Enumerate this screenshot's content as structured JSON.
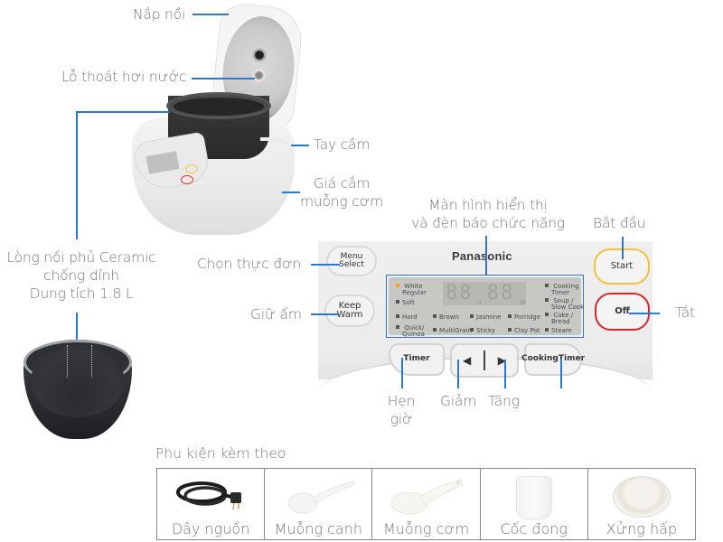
{
  "callouts": {
    "lid": "Nắp nồi",
    "steam_vent": "Lỗ thoát hơi nước",
    "handle": "Tay cầm",
    "spoon_holder": [
      "Giá cắm",
      "muỗng cơm"
    ],
    "inner_pot": [
      "Lòng nồi phủ Ceramic",
      "chống dính",
      "Dung tích 1.8 L"
    ],
    "display": [
      "Màn hình hiển thị",
      "và đèn báo chức năng"
    ],
    "start": "Bắt đầu",
    "off": "Tắt",
    "menu": "Chọn thực đơn",
    "keep_warm": "Giữ ấm",
    "timer": [
      "Hẹn",
      "giờ"
    ],
    "decrease": "Giảm",
    "increase": "Tăng"
  },
  "panel": {
    "brand": "Panasonic",
    "menu_button": [
      "Menu",
      "Select"
    ],
    "keep_warm_button": [
      "Keep",
      "Warm"
    ],
    "start_button": "Start",
    "off_button": "Off",
    "timer_button": "Timer",
    "left_arrow": "◀",
    "right_arrow": "▶",
    "cooking_timer_button": [
      "Cooking",
      "Timer"
    ],
    "display_digits": "88 88",
    "display_h": "H",
    "display_m": "M",
    "modes": {
      "white_regular": [
        "White",
        "Regular"
      ],
      "soft": "Soft",
      "hard": "Hard",
      "quick_quinoa": [
        "Quick/",
        "Quinoa"
      ],
      "brown": "Brown",
      "multigrain": "MultiGrain",
      "jasmine": "Jasmine",
      "sticky": "Sticky",
      "porridge": "Porridge",
      "clay_pot": "Clay Pot",
      "cooking_timer": [
        "Cooking",
        "Timer"
      ],
      "soup_slow_cook": [
        "Soup /",
        "Slow Cook"
      ],
      "cake_bread": [
        "Cake /",
        "Bread"
      ],
      "steam": "Steam"
    }
  },
  "accessories": {
    "title": "Phụ kiện kèm theo",
    "items": [
      {
        "label": "Dây nguồn"
      },
      {
        "label": "Muỗng canh"
      },
      {
        "label": "Muỗng cơm"
      },
      {
        "label": "Cốc đong"
      },
      {
        "label": "Xửng hấp"
      }
    ]
  },
  "colors": {
    "callout_line": "#2f77c8",
    "label_text": "#777777",
    "start_ring": "#f4bf3a",
    "off_ring": "#d8252a",
    "active_indicator": "#f3a524"
  }
}
